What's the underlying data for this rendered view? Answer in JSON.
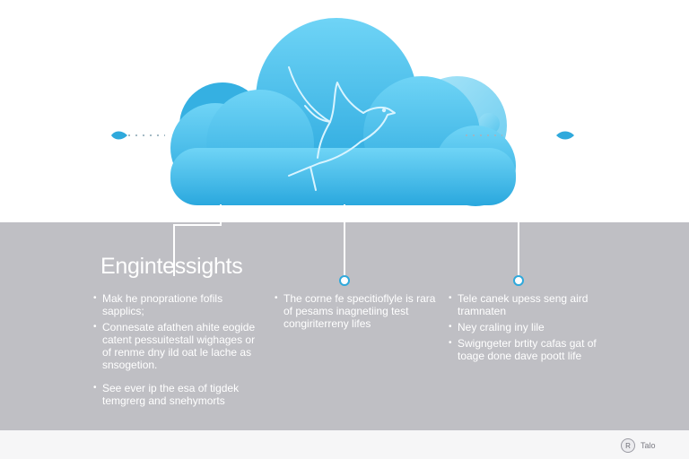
{
  "panel": {
    "title": "Engintessights",
    "columns": [
      {
        "items": [
          "Mak he pnopratione fofils sapplics;",
          "Connesate afathen ahite eogide catent pessuitestall wighages or of renme dny ild oat le lache as snsogetion.",
          "See ever ip the esa of tigdek temgrerg and snehymorts"
        ]
      },
      {
        "items": [
          "The corne fe specitioflyle is rara of pesams inagnetiing test congiriterreny lifes"
        ]
      },
      {
        "items": [
          "Tele canek upess seng aird tramnaten",
          "Ney craling iny lile",
          "Swigngeter brtity cafas gat of toage done dave poott life"
        ]
      }
    ]
  },
  "footer": {
    "brand_mark": "R",
    "brand_name": "Talo"
  },
  "icons": {
    "hero": "dove-icon",
    "cloud": "cloud-icon"
  },
  "colors": {
    "cloud": "#3fb8e6",
    "cloud_light": "#63cff4",
    "panel": "#bfbfc4",
    "accent": "#2fa9dc"
  }
}
